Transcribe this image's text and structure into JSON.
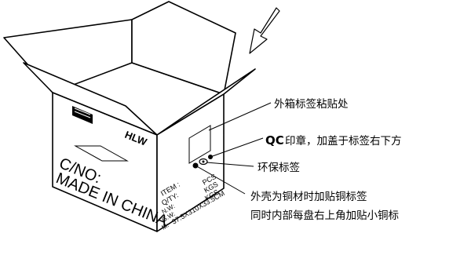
{
  "box": {
    "brand": "HLW",
    "box_id_line1": "C/NO:",
    "box_id_line2": "MADE IN CHINA",
    "field_item": "ITEM :",
    "field_qty": "Q/TY:",
    "field_nw": "N.W:",
    "field_gw": "G.W:",
    "field_m": "M:",
    "dimensions": "37.5X310X33.5CM",
    "unit_pcs": "PCS",
    "unit_kgs_1": "KGS",
    "unit_kgs_2": "KGS"
  },
  "callouts": {
    "label_position": "外箱标签粘贴处",
    "qc_stamp_prefix": "QC",
    "qc_stamp_text": "印章，加盖于标签右下方",
    "eco_label": "环保标签",
    "copper_line1": "外壳为铜材时加贴铜标签",
    "copper_line2": "同时内部每盘右上角加贴小铜标"
  }
}
